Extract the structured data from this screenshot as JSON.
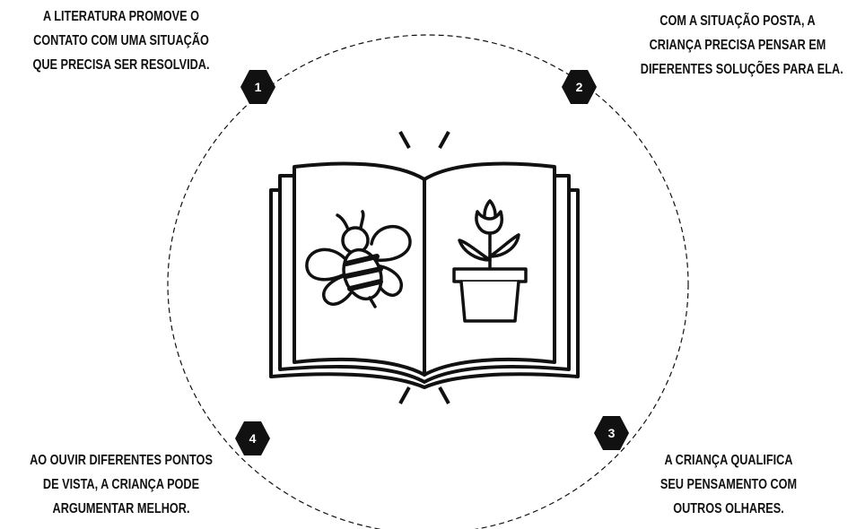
{
  "colors": {
    "ink": "#111111",
    "badge_fill": "#111111",
    "badge_text": "#ffffff",
    "background": "#ffffff"
  },
  "steps": [
    {
      "number": "1",
      "lines": [
        "A LITERATURA PROMOVE O",
        "CONTATO COM UMA SITUAÇÃO",
        "QUE PRECISA SER RESOLVIDA."
      ]
    },
    {
      "number": "2",
      "lines": [
        "COM A SITUAÇÃO POSTA, A",
        "CRIANÇA PRECISA PENSAR EM",
        "DIFERENTES SOLUÇÕES PARA ELA."
      ]
    },
    {
      "number": "3",
      "lines": [
        "A CRIANÇA QUALIFICA",
        "SEU PENSAMENTO COM",
        "OUTROS OLHARES."
      ]
    },
    {
      "number": "4",
      "lines": [
        "AO OUVIR DIFERENTES PONTOS",
        "DE VISTA, A CRIANÇA PODE",
        "ARGUMENTAR MELHOR."
      ]
    }
  ],
  "illustration": {
    "center_icon": "open-book-icon",
    "left_page_icon": "bee-icon",
    "right_page_icon": "flower-pot-icon"
  }
}
